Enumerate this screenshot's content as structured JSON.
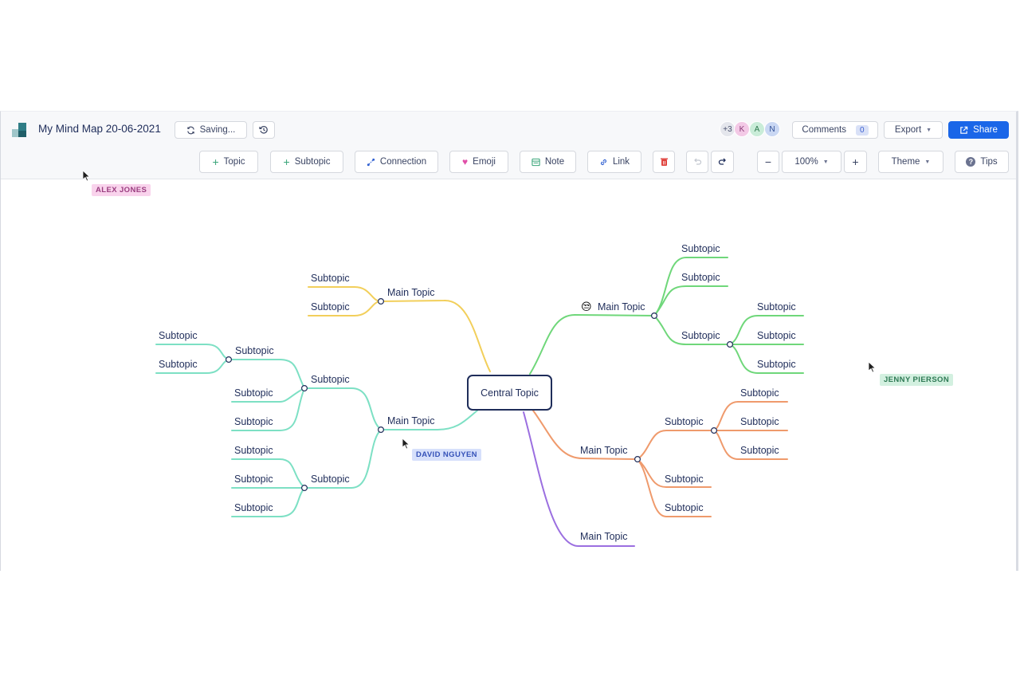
{
  "header": {
    "title": "My Mind Map 20-06-2021",
    "saving_label": "Saving...",
    "collaborators": {
      "overflow": "+3",
      "avatars": [
        "K",
        "A",
        "N"
      ]
    },
    "comments_label": "Comments",
    "comments_count": "0",
    "export_label": "Export",
    "share_label": "Share"
  },
  "toolbar": {
    "topic_label": "Topic",
    "subtopic_label": "Subtopic",
    "connection_label": "Connection",
    "emoji_label": "Emoji",
    "note_label": "Note",
    "link_label": "Link",
    "zoom": "100%",
    "theme_label": "Theme",
    "tips_label": "Tips"
  },
  "cursors": {
    "alex": "ALEX JONES",
    "david": "DAVID NGUYEN",
    "jenny": "JENNY PIERSON"
  },
  "mindmap": {
    "central": "Central Topic",
    "yellow_branch": {
      "main": "Main Topic",
      "subtopics": [
        "Subtopic",
        "Subtopic"
      ]
    },
    "green_branch": {
      "main": "Main Topic",
      "emoji": "😒",
      "subtopics": [
        "Subtopic",
        "Subtopic",
        "Subtopic"
      ],
      "sub_children": [
        "Subtopic",
        "Subtopic",
        "Subtopic"
      ]
    },
    "teal_branch": {
      "main": "Main Topic",
      "subtopic_a": "Subtopic",
      "subtopic_a_child": "Subtopic",
      "subtopic_a_child_children": [
        "Subtopic",
        "Subtopic"
      ],
      "subtopic_a_children": [
        "Subtopic",
        "Subtopic"
      ],
      "subtopic_b": "Subtopic",
      "subtopic_b_children": [
        "Subtopic",
        "Subtopic",
        "Subtopic"
      ]
    },
    "orange_branch": {
      "main": "Main Topic",
      "subtopic": "Subtopic",
      "subtopic_children": [
        "Subtopic",
        "Subtopic",
        "Subtopic"
      ],
      "others": [
        "Subtopic",
        "Subtopic"
      ]
    },
    "purple_branch": {
      "main": "Main Topic"
    },
    "colors": {
      "yellow": "#f2cf5b",
      "green": "#6fd77a",
      "teal": "#7de0c4",
      "orange": "#ef9a6c",
      "purple": "#9b6fe0",
      "central_border": "#1f2d5a"
    }
  }
}
